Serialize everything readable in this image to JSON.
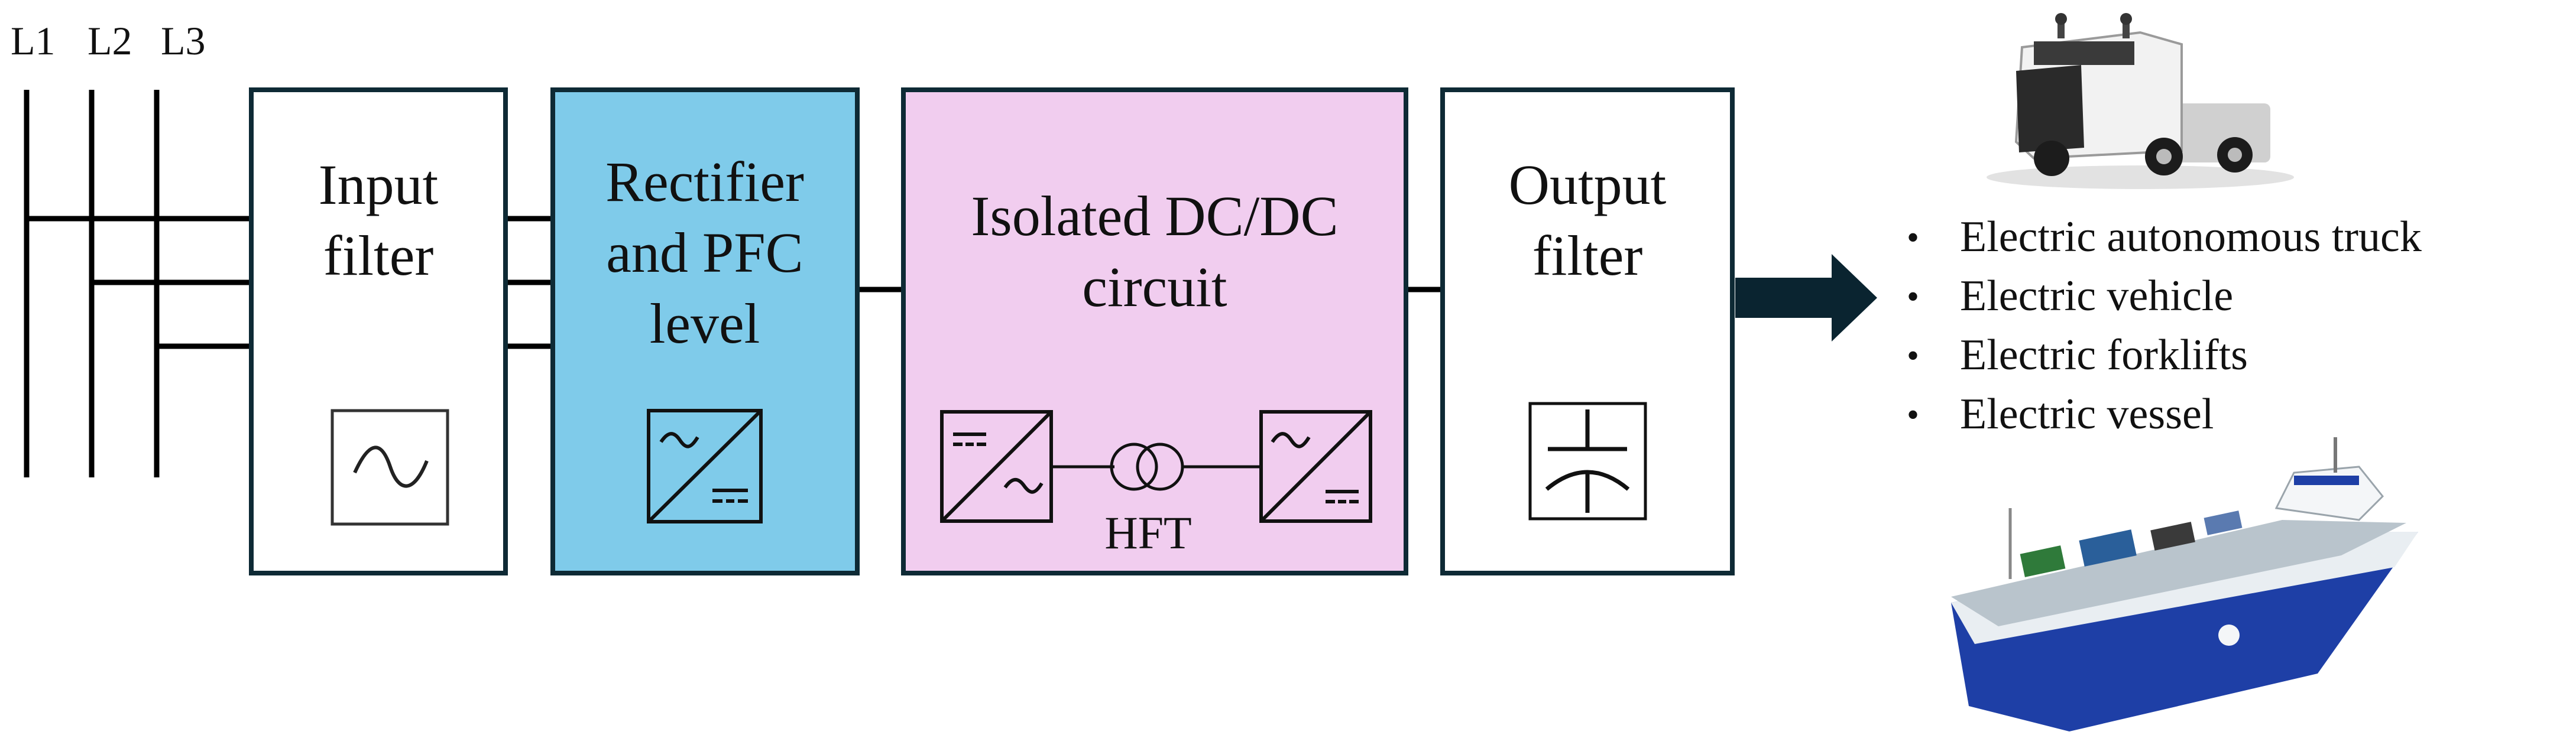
{
  "phases": [
    "L1",
    "L2",
    "L3"
  ],
  "blocks": {
    "input_filter": {
      "line1": "Input",
      "line2": "filter",
      "fill": "#ffffff"
    },
    "rectifier": {
      "line1": "Rectifier",
      "line2": "and PFC",
      "line3": "level",
      "fill": "#7fcbea"
    },
    "dcdc": {
      "line1": "Isolated DC/DC",
      "line2": "circuit",
      "fill": "#f1cdef",
      "transformer_label": "HFT"
    },
    "output_filter": {
      "line1": "Output",
      "line2": "filter",
      "fill": "#ffffff"
    }
  },
  "applications": [
    "Electric autonomous truck",
    "Electric vehicle",
    "Electric forklifts",
    "Electric vessel"
  ],
  "colors": {
    "stroke": "#0e2a35",
    "arrow": "#0a2430"
  },
  "icons": [
    "ac-filter-icon",
    "ac-dc-converter-icon",
    "dc-ac-converter-icon",
    "transformer-icon",
    "capacitor-icon",
    "truck-image",
    "ferry-image"
  ]
}
